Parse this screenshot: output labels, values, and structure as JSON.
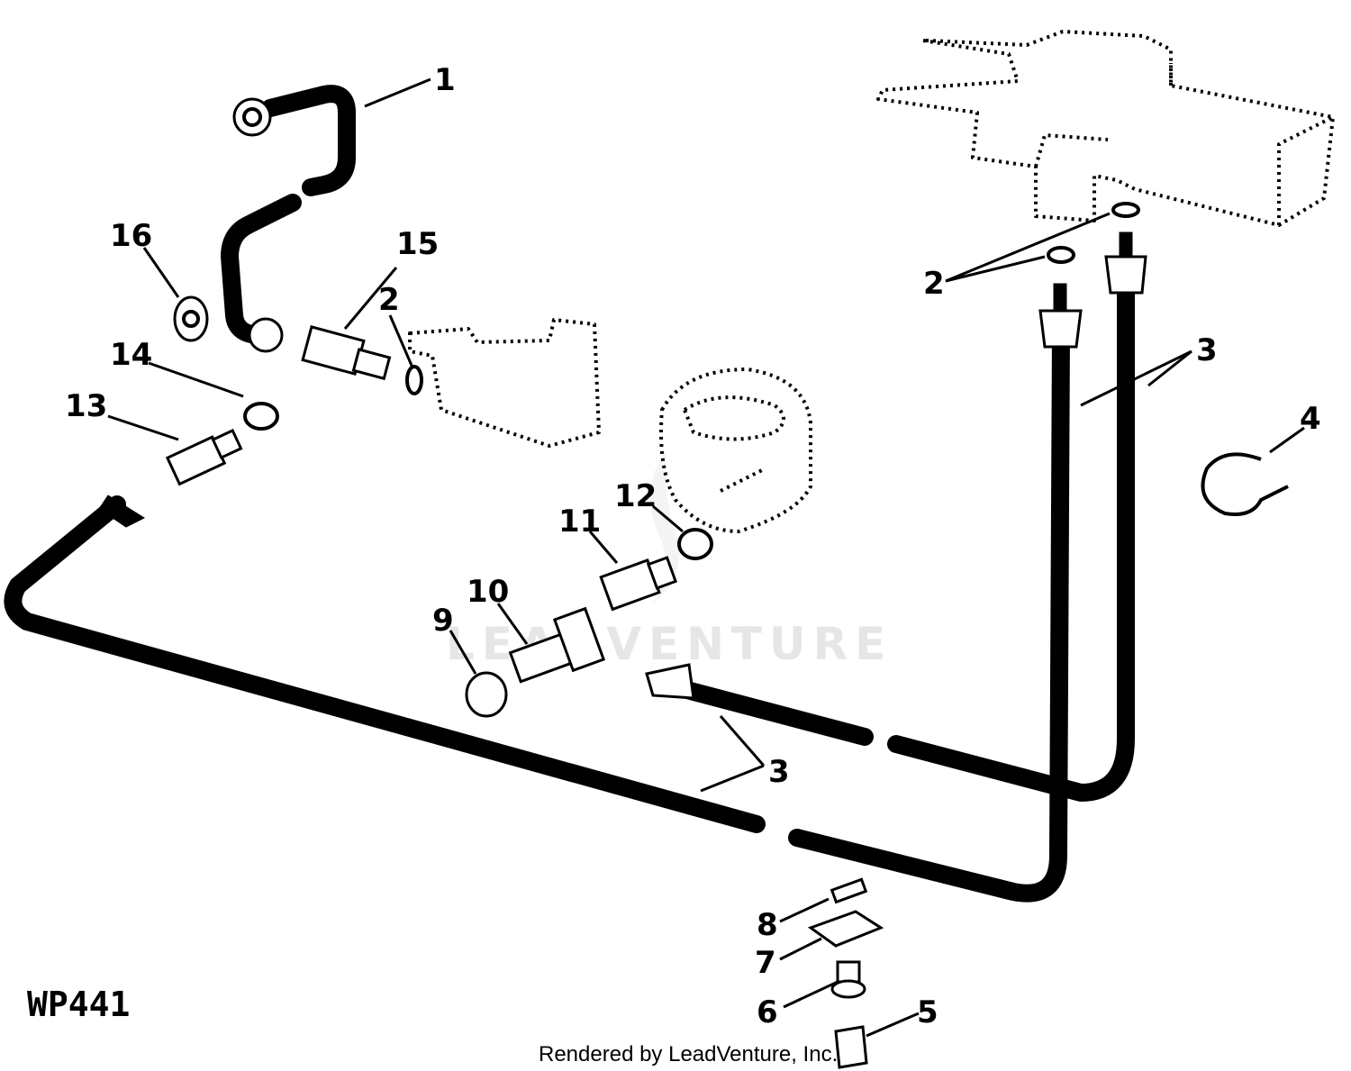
{
  "diagram": {
    "watermark": "LEADVENTURE",
    "figure_code": "WP441",
    "credit": "Rendered by LeadVenture, Inc.",
    "callouts": {
      "c1": "1",
      "c2a": "2",
      "c2b": "2",
      "c3a": "3",
      "c3b": "3",
      "c4": "4",
      "c5": "5",
      "c6": "6",
      "c7": "7",
      "c8": "8",
      "c9": "9",
      "c10": "10",
      "c11": "11",
      "c12": "12",
      "c13": "13",
      "c14": "14",
      "c15": "15",
      "c16": "16"
    }
  }
}
